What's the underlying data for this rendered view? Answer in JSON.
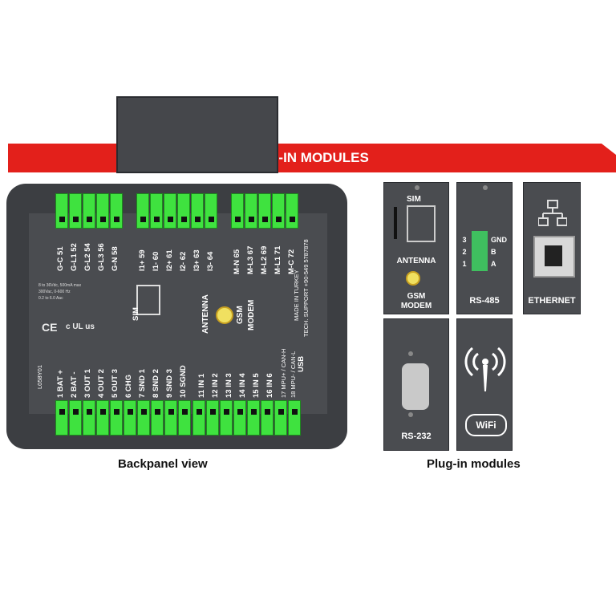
{
  "banner": {
    "title": "PLUG-IN MODULES",
    "color": "#e3201b"
  },
  "backpanel": {
    "caption": "Backpanel view",
    "model": "L058Y01",
    "top_labels": [
      "G-C 51",
      "G-L1 52",
      "G-L2 54",
      "G-L3 56",
      "G-N 58",
      "I1+ 59",
      "I1- 60",
      "I2+ 61",
      "I2- 62",
      "I3+ 63",
      "I3- 64",
      "M-N 65",
      "M-L3 67",
      "M-L2 69",
      "M-L1 71",
      "M-C 72"
    ],
    "bottom_labels": [
      "1 BAT +",
      "2 BAT -",
      "3 OUT 1",
      "4 OUT 2",
      "5 OUT 3",
      "6 CHG",
      "7 SND 1",
      "8 SND 2",
      "9 SND 3",
      "10 SGND",
      "11 IN 1",
      "12 IN 2",
      "13 IN 3",
      "14 IN 4",
      "15 IN 5",
      "16 IN 6",
      "17 MPU+ / CAN-H",
      "18 MPU- / CAN-L"
    ],
    "center": {
      "sim": "SIM",
      "antenna": "ANTENNA",
      "modem_line1": "GSM",
      "modem_line2": "MODEM"
    },
    "made_in": "MADE IN TURKEY",
    "support": "TECH. SUPPORT +90-549 5787878",
    "usb": "USB",
    "specs": [
      "8 to 36Vdc, 500mA max",
      "300Vac, 0-600 Hz",
      "0.2 to 6.0 Aac"
    ],
    "certs": {
      "ce": "CE",
      "ul": "c UL us"
    }
  },
  "modules": {
    "caption": "Plug-in modules",
    "gsm": {
      "sim": "SIM",
      "antenna": "ANTENNA",
      "line1": "GSM",
      "line2": "MODEM"
    },
    "rs485": {
      "label": "RS-485",
      "pins": [
        "3",
        "2",
        "1"
      ],
      "signals": [
        "GND",
        "B",
        "A"
      ]
    },
    "ethernet": {
      "label": "ETHERNET"
    },
    "rs232": {
      "label": "RS-232"
    },
    "wifi": {
      "label": "WiFi"
    }
  },
  "colors": {
    "terminal": "#3fe23f",
    "panel": "#3c3e42",
    "banner": "#e3201b"
  }
}
